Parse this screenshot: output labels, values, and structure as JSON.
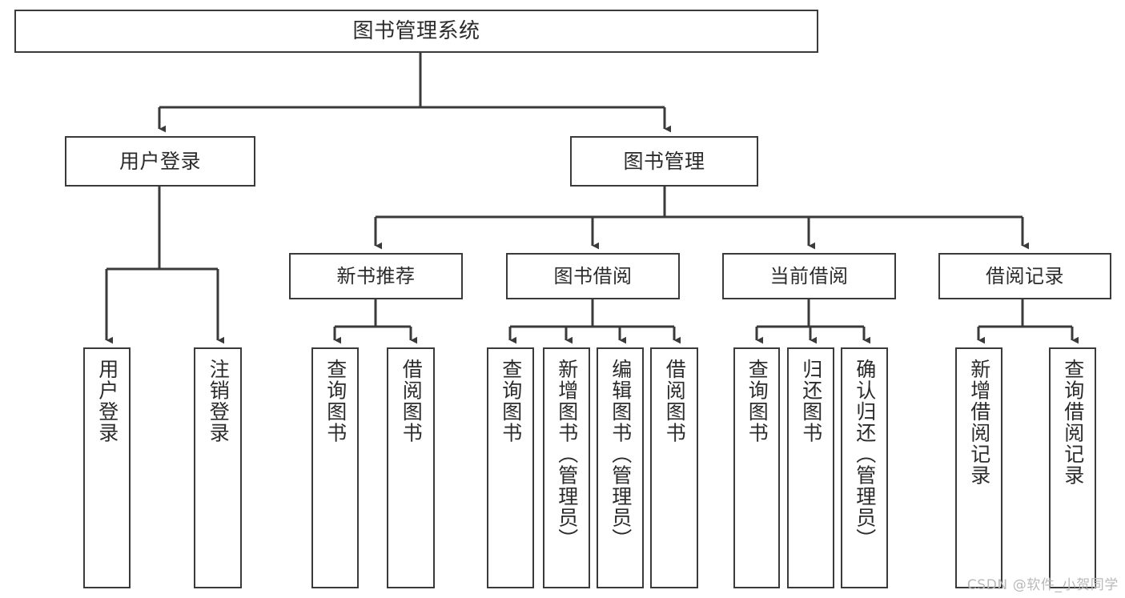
{
  "diagram": {
    "title": "图书管理系统",
    "type": "functional-structure-tree",
    "colors": {
      "box_border": "#3a3a3a",
      "box_fill": "#ffffff",
      "line": "#3a3a3a",
      "text": "#2b2b2b",
      "watermark": "#b9b9b9",
      "background": "#ffffff"
    }
  },
  "root": {
    "label": "图书管理系统"
  },
  "level2": [
    {
      "id": "user-login",
      "label": "用户登录"
    },
    {
      "id": "book-manage",
      "label": "图书管理"
    }
  ],
  "level3": [
    {
      "id": "new-book-rec",
      "label": "新书推荐"
    },
    {
      "id": "book-borrow",
      "label": "图书借阅"
    },
    {
      "id": "current-borrow",
      "label": "当前借阅"
    },
    {
      "id": "borrow-record",
      "label": "借阅记录"
    }
  ],
  "leaves": {
    "user_login": [
      {
        "id": "leaf-user-login",
        "label": "用户登录"
      },
      {
        "id": "leaf-logout",
        "label": "注销登录"
      }
    ],
    "new_book_rec": [
      {
        "id": "leaf-query-book-1",
        "label": "查询图书"
      },
      {
        "id": "leaf-borrow-book-1",
        "label": "借阅图书"
      }
    ],
    "book_borrow": [
      {
        "id": "leaf-query-book-2",
        "label": "查询图书"
      },
      {
        "id": "leaf-add-book",
        "label": "新增图书（管理员）"
      },
      {
        "id": "leaf-edit-book",
        "label": "编辑图书（管理员）"
      },
      {
        "id": "leaf-borrow-book-2",
        "label": "借阅图书"
      }
    ],
    "current_borrow": [
      {
        "id": "leaf-query-book-3",
        "label": "查询图书"
      },
      {
        "id": "leaf-return-book",
        "label": "归还图书"
      },
      {
        "id": "leaf-confirm-return",
        "label": "确认归还（管理员）"
      }
    ],
    "borrow_record": [
      {
        "id": "leaf-add-record",
        "label": "新增借阅记录"
      },
      {
        "id": "leaf-query-record",
        "label": "查询借阅记录"
      }
    ]
  },
  "watermark": {
    "text": "CSDN @软件_小贺同学"
  }
}
